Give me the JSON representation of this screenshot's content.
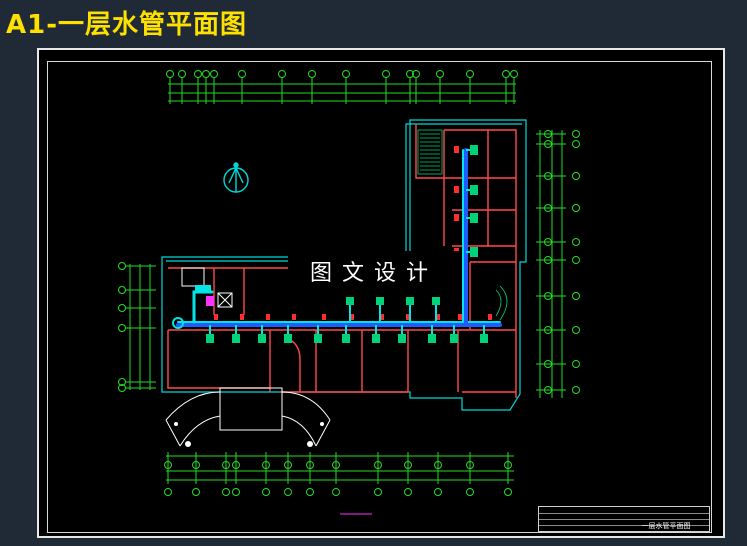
{
  "title": "A1-一层水管平面图",
  "watermark": "图文设计",
  "title_block": {
    "drawing_name": "一层水管平面图"
  },
  "colors": {
    "background": "#1f2a36",
    "title": "#ffe100",
    "walls": "#ff4a4a",
    "outline": "#00d8d8",
    "dimension": "#22dd22",
    "pipe_blue": "#1f5bff",
    "pipe_cyan": "#00e6e6",
    "fixture_green": "#00d27a",
    "valve_red": "#ff2d2d",
    "accent_magenta": "#ff33ff"
  },
  "icons": {
    "north_arrow": "compass-north-icon"
  }
}
